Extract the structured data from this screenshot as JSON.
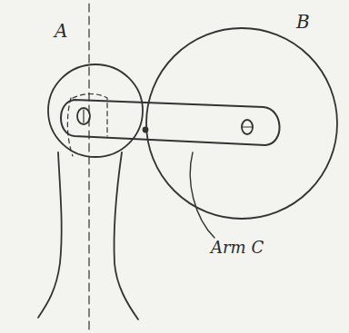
{
  "diagram": {
    "nodes": [
      {
        "text": [
          "A"
        ]
      },
      {
        "text": [
          "B"
        ]
      }
    ],
    "labels": [
      "Arm C"
    ]
  }
}
